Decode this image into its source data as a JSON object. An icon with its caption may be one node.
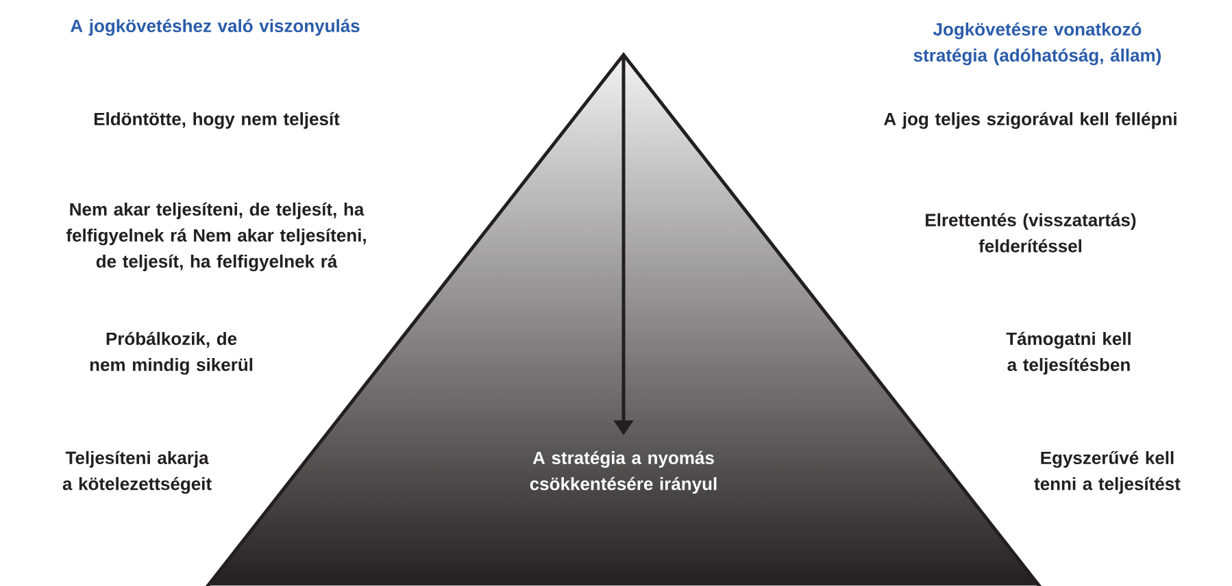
{
  "diagram": {
    "nodes": [
      {
        "text": [
          "A stratégia a nyomás csökkentésére irányul"
        ]
      }
    ],
    "labels": [
      "A jogkövetéshez való viszonyulás",
      "Jogkövetésre vonatkozó stratégia (adóhatóság, állam)",
      "Eldöntötte, hogy nem teljesít",
      "A jog teljes szigorával kell fellépni",
      "Nem akar teljesíteni, de teljesít, ha felfigyelnek rá Nem akar teljesíteni, de teljesít, ha felfigyelnek rá",
      "Elrettentés (visszatartás) felderítéssel",
      "Próbálkozik, de nem mindig sikerül",
      "Támogatni kell a teljesítésben",
      "Teljesíteni akarja a kötelezettségeit",
      "Egyszerűvé kell tenni a teljesítést"
    ]
  }
}
